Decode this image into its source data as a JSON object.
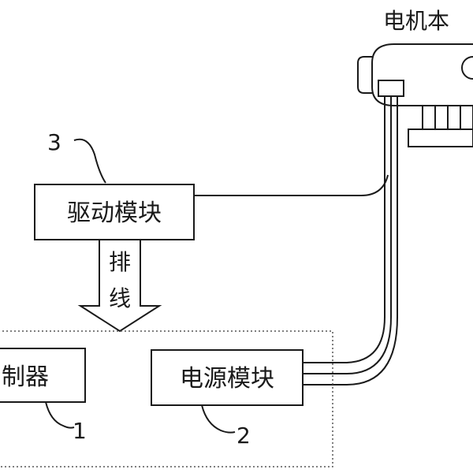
{
  "diagram": {
    "motor_label": "电机本",
    "drive_module": "驱动模块",
    "power_module": "电源模块",
    "controller": "制器",
    "cable_label_top": "排",
    "cable_label_bottom": "线",
    "ref_drive": "3",
    "ref_controller": "1",
    "ref_power": "2"
  },
  "colors": {
    "stroke": "#1a1a1a",
    "dotted": "#555555",
    "background": "#ffffff"
  }
}
